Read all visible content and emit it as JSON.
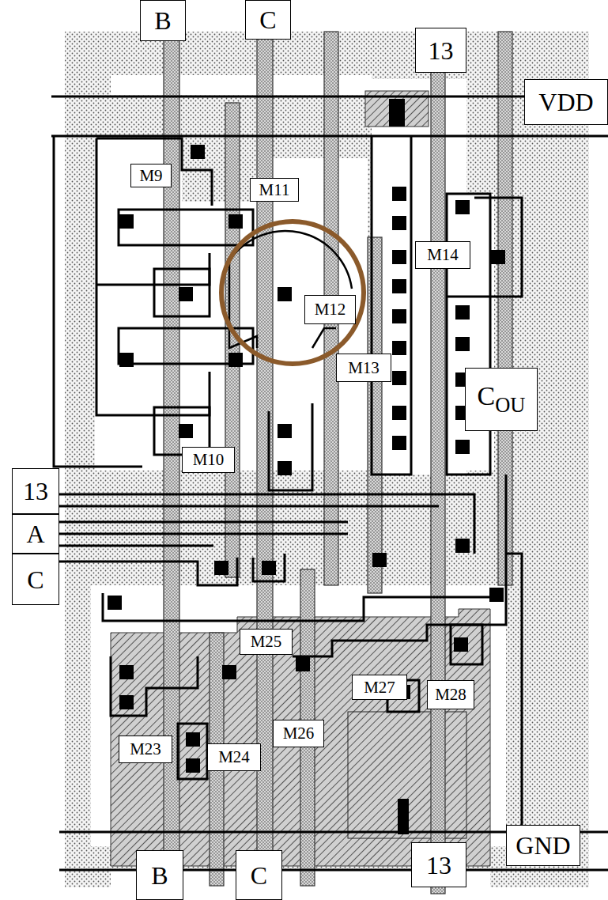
{
  "diagram": {
    "labels": [
      "B",
      "C",
      "13",
      "VDD",
      "M9",
      "M11",
      "M14",
      "M12",
      "M13",
      "COU",
      "M10",
      "13",
      "A",
      "C",
      "M25",
      "M27",
      "M28",
      "M23",
      "M24",
      "M26",
      "GND",
      "B",
      "C",
      "13"
    ]
  }
}
